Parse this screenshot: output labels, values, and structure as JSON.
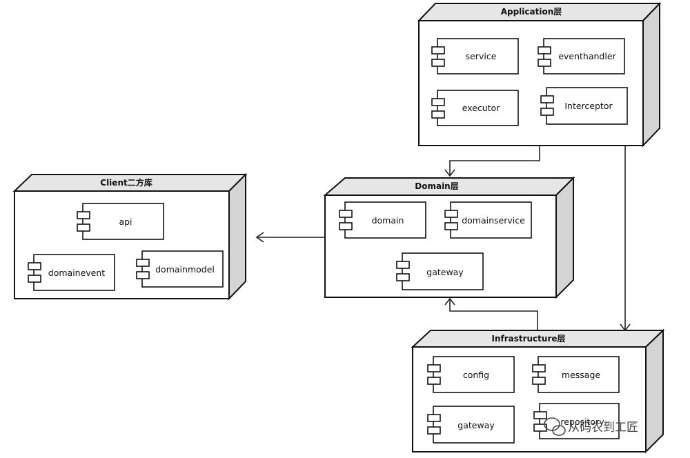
{
  "nodes": {
    "application": {
      "title": "Application层",
      "components": {
        "service": "service",
        "eventhandler": "eventhandler",
        "executor": "executor",
        "interceptor": "Interceptor"
      }
    },
    "domain": {
      "title": "Domain层",
      "components": {
        "domain": "domain",
        "domainservice": "domainservice",
        "gateway": "gateway"
      }
    },
    "client": {
      "title": "Client二方库",
      "components": {
        "api": "api",
        "domainevent": "domainevent",
        "domainmodel": "domainmodel"
      }
    },
    "infrastructure": {
      "title": "Infrastructure层",
      "components": {
        "config": "config",
        "message": "message",
        "gateway": "gateway",
        "repository": "repository"
      }
    }
  },
  "watermark": {
    "text": "从码农到工匠",
    "icon": "wechat-icon"
  }
}
